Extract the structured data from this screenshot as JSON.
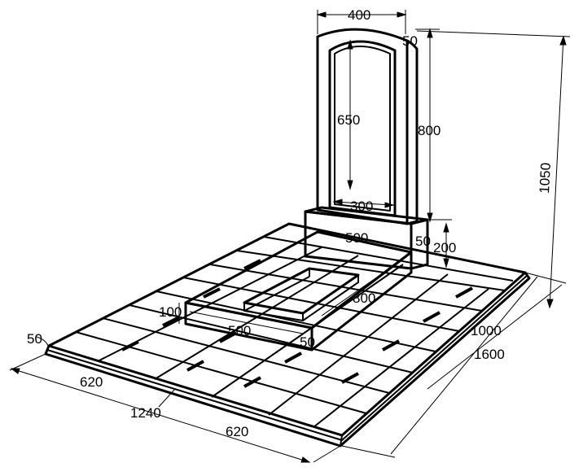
{
  "drawing": {
    "stele": {
      "width": "400",
      "edge": "50",
      "inner_height": "650",
      "height": "800",
      "inner_width": "300"
    },
    "stand": {
      "width": "500",
      "depth": "50",
      "height": "200"
    },
    "total_height": "1050",
    "flowerbed": {
      "height": "100",
      "width": "500",
      "length": "800",
      "side": "50"
    },
    "tiled_base": {
      "edge": "50",
      "front_left": "620",
      "front_total": "1240",
      "front_right": "620",
      "depth_inner": "1000",
      "depth_total": "1600"
    }
  }
}
